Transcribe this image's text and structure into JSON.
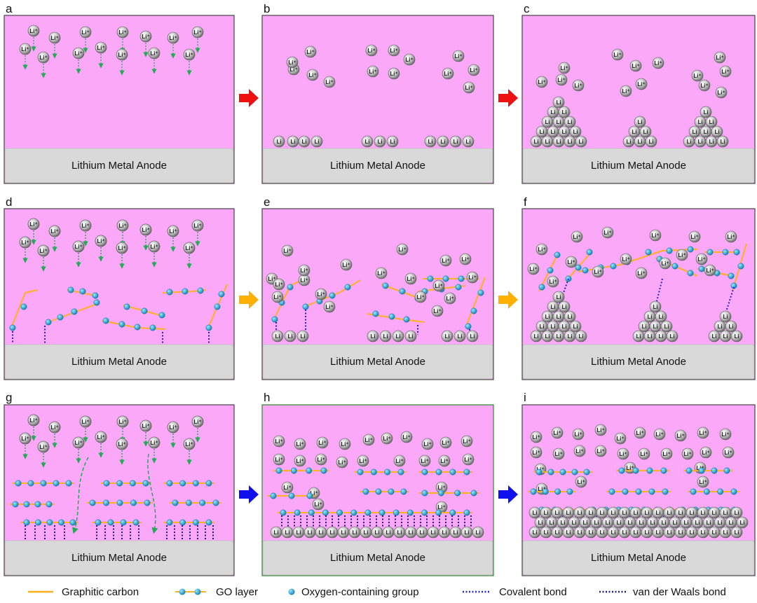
{
  "panels": [
    {
      "label": "a",
      "anode_text": "Lithium Metal Anode"
    },
    {
      "label": "b",
      "anode_text": "Lithium Metal Anode"
    },
    {
      "label": "c",
      "anode_text": "Lithium Metal Anode"
    },
    {
      "label": "d",
      "anode_text": "Lithium Metal Anode"
    },
    {
      "label": "e",
      "anode_text": "Lithium Metal Anode"
    },
    {
      "label": "f",
      "anode_text": "Lithium Metal Anode"
    },
    {
      "label": "g",
      "anode_text": "Lithium Metal Anode"
    },
    {
      "label": "h",
      "anode_text": "Lithium Metal Anode"
    },
    {
      "label": "i",
      "anode_text": "Lithium Metal Anode"
    }
  ],
  "ion_label": "Li⁺",
  "deposit_label": "Li",
  "arrows": [
    {
      "row": 1,
      "color": "#ee1111"
    },
    {
      "row": 2,
      "color": "#ffb000"
    },
    {
      "row": 3,
      "color": "#1010ee"
    }
  ],
  "legend": [
    {
      "label": "Graphitic carbon",
      "icon": "orange-line"
    },
    {
      "label": "GO layer",
      "icon": "go-layer"
    },
    {
      "label": "Oxygen-containing group",
      "icon": "blue-dot"
    },
    {
      "label": "Covalent bond",
      "icon": "blue-dotted-line"
    },
    {
      "label": "van der Waals bond",
      "icon": "navy-dotted-line"
    }
  ],
  "colors": {
    "background": "#fba8f8",
    "anode": "#d9d9d9",
    "carbon": "#ffb020",
    "oxygen": "#23a9dd",
    "covalent": "#2020e0",
    "vdw": "#1a1a90",
    "li_arrow": "#22aa55"
  }
}
